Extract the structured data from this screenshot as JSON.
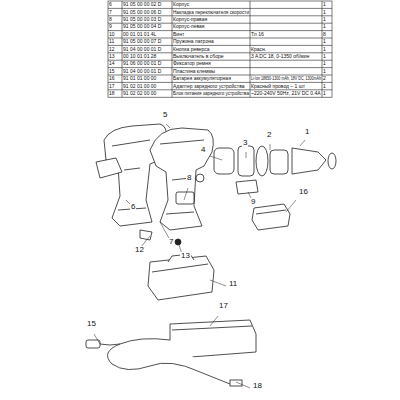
{
  "diagram": {
    "labels": [
      "6",
      "91 05 00 00 02 D",
      "Корпус",
      "1",
      "7",
      "91 05 00 00 06 D",
      "Накладка переключателя скорости",
      "1",
      "8",
      "91 05 00 00 03 D",
      "Корпус-правая",
      "1",
      "9",
      "91 05 00 00 04 D",
      "Корпус-левая",
      "1",
      "10",
      "00 01 01 01 4L",
      "Винт",
      "Тл 16",
      "8",
      "11",
      "91 05 00 00 07 D",
      "Пружина патрона",
      "1",
      "12",
      "91 04 00 00 01 D",
      "Кнопка реверса",
      "Красн.",
      "1",
      "13",
      "00 10 01 01 28",
      "Выключатель в сборе",
      "3 A DC 18, 0-1350 об/мин",
      "1",
      "14",
      "91 06 00 00 01 D",
      "Фиксатор ремня",
      "1",
      "15",
      "91 04 00 00 01 D",
      "Пластина клеммы",
      "1",
      "16",
      "91 01 01 00 00",
      "Батарея аккумуляторная",
      "Li-Ion 18650-1300 mAh, 18V DC, 1300mAh",
      "2",
      "17",
      "91 02 01 00 00",
      "Адаптер зарядного устройства",
      "Красный провод – 1 шт",
      "1",
      "18",
      "91 02 02 00 00",
      "Блок питания зарядного устройства",
      "~220-240V 50Hz, 21V DC 0.4A",
      "1",
      "1",
      "2",
      "3",
      "4",
      "5",
      "6",
      "7",
      "8",
      "9",
      "11",
      "12",
      "13",
      "15",
      "16",
      "17",
      "18"
    ]
  }
}
